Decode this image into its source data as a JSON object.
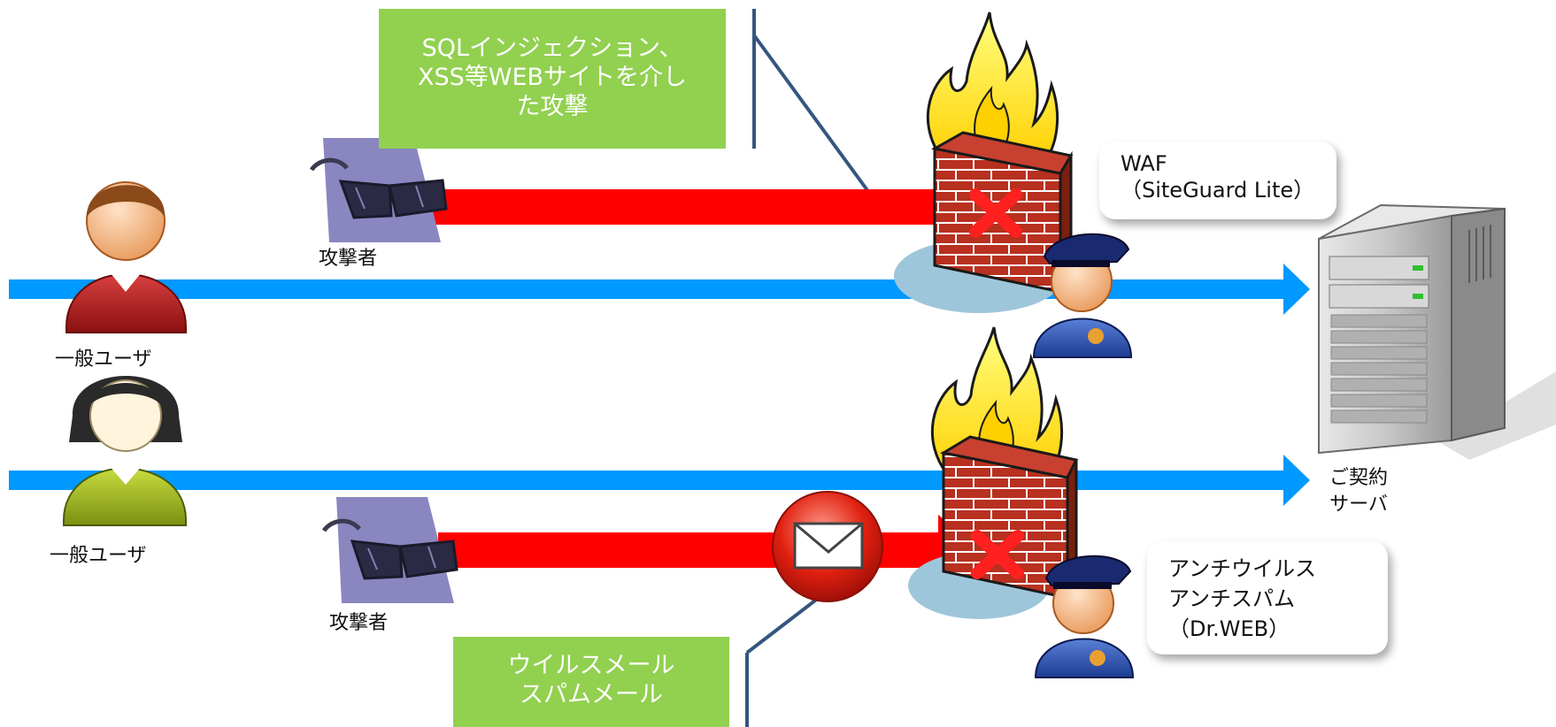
{
  "top_lane": {
    "attack_box": [
      "SQLインジェクション、",
      "XSS等WEBサイトを介し",
      "た攻撃"
    ],
    "attacker_label": "攻撃者",
    "user_label": "一般ユーザ",
    "callout": [
      "WAF",
      "（SiteGuard Lite）"
    ]
  },
  "bottom_lane": {
    "attack_box": [
      "ウイルスメール",
      "スパムメール"
    ],
    "attacker_label": "攻撃者",
    "user_label": "一般ユーザ",
    "callout": [
      "アンチウイルス",
      "アンチスパム",
      "（Dr.WEB）"
    ]
  },
  "server": {
    "label": [
      "ご契約",
      "サーバ"
    ]
  },
  "colors": {
    "normal_traffic": "#0099ff",
    "attack_traffic": "#ff0000",
    "label_box": "#92d050",
    "pointer_line": "#34567f",
    "blocked_mark": "#ff2020"
  },
  "icons": [
    "user-male-icon",
    "user-female-icon",
    "attacker-glasses-icon",
    "firewall-icon",
    "guard-icon",
    "server-icon",
    "mail-icon",
    "blocked-x-icon"
  ]
}
